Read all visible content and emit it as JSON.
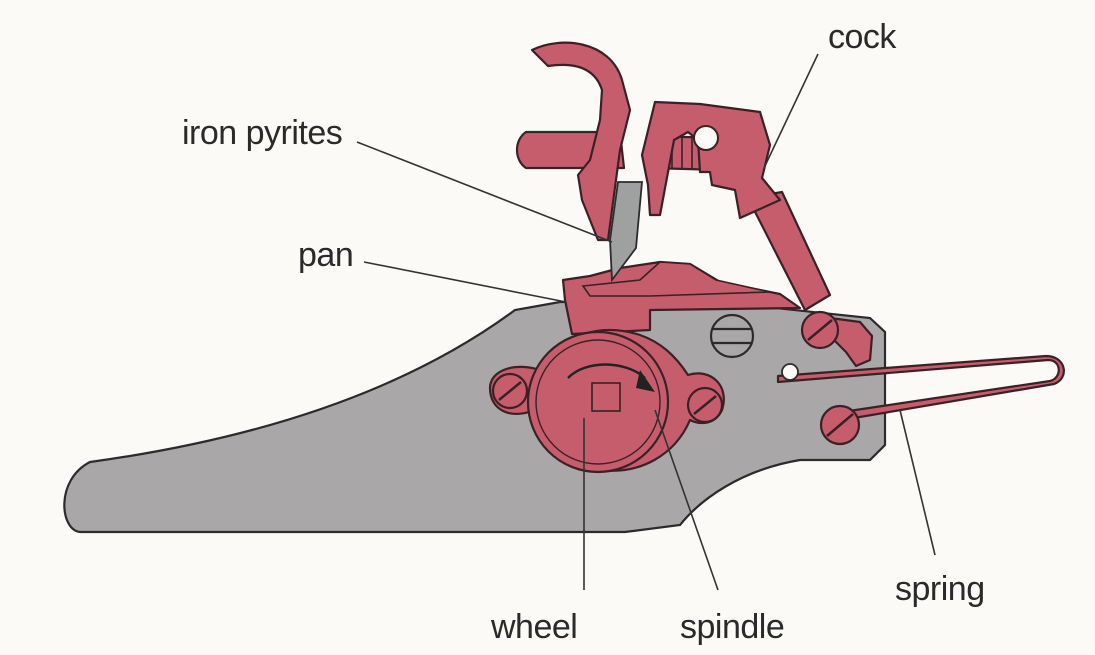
{
  "labels": {
    "cock": "cock",
    "iron_pyrites": "iron pyrites",
    "pan": "pan",
    "wheel": "wheel",
    "spindle": "spindle",
    "spring": "spring"
  },
  "colors": {
    "background": "#fbfaf6",
    "lock_plate": "#a9a7a7",
    "mechanism_parts": "#c65d6d",
    "outline": "#2b2b2b"
  }
}
